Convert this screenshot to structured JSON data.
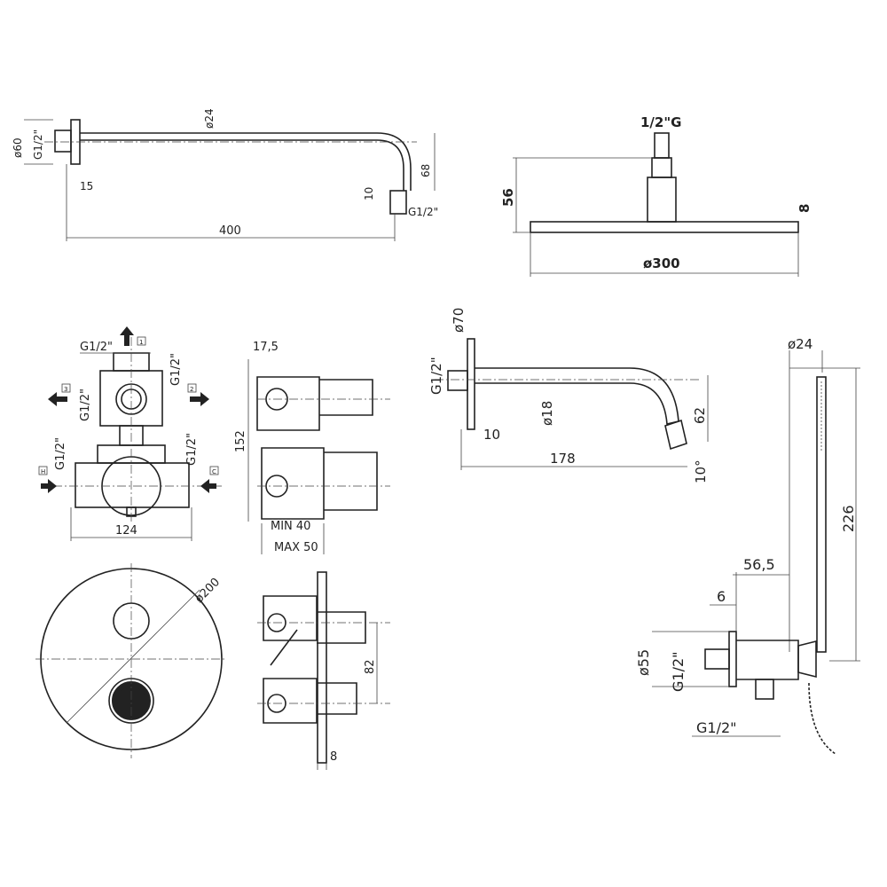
{
  "title": "Shower set technical drawing",
  "shower_arm": {
    "plate_dia": "ø60",
    "thread_in": "G1/2\"",
    "pipe_dia": "ø24",
    "offset": "15",
    "drop": "68",
    "nozzle": "10",
    "thread_out": "G1/2\"",
    "length": "400"
  },
  "shower_head": {
    "thread": "1/2\"G",
    "height": "56",
    "thickness": "8",
    "diameter": "ø300"
  },
  "mixer_body": {
    "top_thread": "G1/2\"",
    "outlet_1": "1",
    "outlet_2": "2",
    "outlet_3": "3",
    "side_thread_l": "G1/2\"",
    "side_thread_r": "G1/2\"",
    "inlet_thread_l": "G1/2\"",
    "inlet_thread_r": "G1/2\"",
    "inlet_hot": "H",
    "inlet_cold": "C",
    "width": "124"
  },
  "mixer_side": {
    "offset": "17,5",
    "height": "152",
    "min_depth": "MIN 40",
    "max_depth": "MAX 50"
  },
  "spout": {
    "plate_dia": "ø70",
    "thread": "G1/2\"",
    "pipe_dia": "ø18",
    "drop": "62",
    "plate": "10",
    "length": "178",
    "angle": "10°"
  },
  "hand_shower": {
    "dia": "ø24",
    "length": "226",
    "bracket_depth": "56,5",
    "plate": "6",
    "plate_dia": "ø55",
    "thread_in": "G1/2\"",
    "thread_out": "G1/2\""
  },
  "trim_plate": {
    "diameter": "ø200",
    "spacing": "82",
    "thickness": "8"
  }
}
